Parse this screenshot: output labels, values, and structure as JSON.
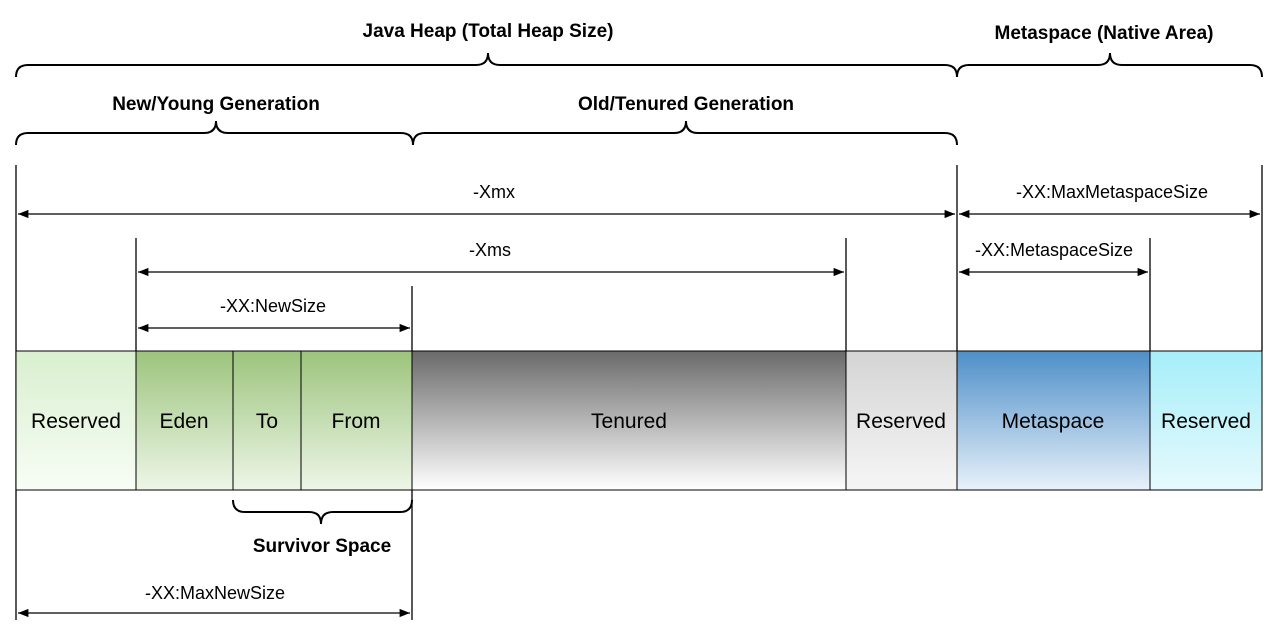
{
  "titles": {
    "java_heap": "Java Heap (Total Heap Size)",
    "metaspace_area": "Metaspace (Native Area)",
    "young_gen": "New/Young Generation",
    "old_gen": "Old/Tenured Generation",
    "survivor": "Survivor Space"
  },
  "params": {
    "xmx": "-Xmx",
    "max_metaspace": "-XX:MaxMetaspaceSize",
    "xms": "-Xms",
    "metaspace_size": "-XX:MetaspaceSize",
    "new_size": "-XX:NewSize",
    "max_new_size": "-XX:MaxNewSize"
  },
  "cells": {
    "reserved_young": "Reserved",
    "eden": "Eden",
    "to": "To",
    "from": "From",
    "tenured": "Tenured",
    "reserved_old": "Reserved",
    "metaspace": "Metaspace",
    "reserved_meta": "Reserved"
  },
  "colors": {
    "reserved_young_top": "#d9efcf",
    "reserved_young_bottom": "#f8fdf6",
    "gen_green_top": "#9cc47d",
    "gen_green_bottom": "#eef6e8",
    "tenured_top": "#6a6a6a",
    "tenured_bottom": "#ffffff",
    "reserved_old_top": "#d4d4d4",
    "reserved_old_bottom": "#f6f6f6",
    "reserved_old_text": "#555555",
    "metaspace_top": "#4e8fc8",
    "metaspace_bottom": "#e8f1fa",
    "reserved_meta_top": "#a6eef9",
    "reserved_meta_bottom": "#e6fafd"
  }
}
